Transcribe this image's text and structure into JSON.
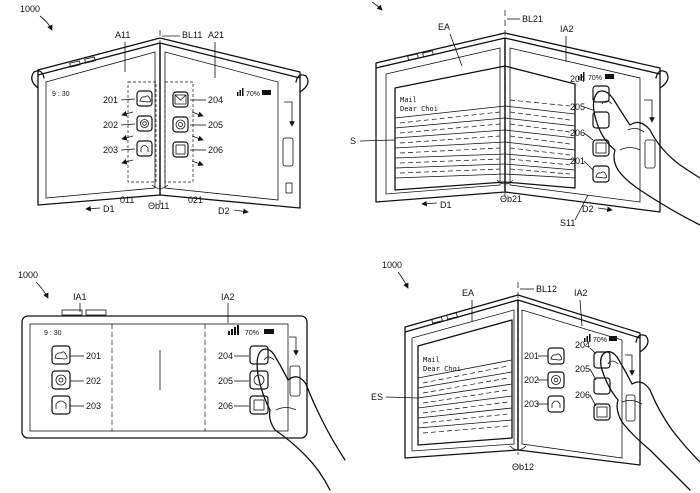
{
  "fig_a": {
    "ref": "1000",
    "lbl_a11": "A11",
    "lbl_bl": "BL11",
    "lbl_a21": "A21",
    "time": "9 : 30",
    "battery": "70%",
    "icons_left": [
      "201",
      "202",
      "203"
    ],
    "icons_right": [
      "204",
      "205",
      "206"
    ],
    "lbl_o11": "011",
    "lbl_theta": "Θb11",
    "lbl_o21": "021",
    "lbl_d1": "D1",
    "lbl_d2": "D2"
  },
  "fig_b": {
    "lbl_ea": "EA",
    "lbl_bl": "BL21",
    "lbl_ia": "IA2",
    "battery": "70%",
    "mail1": "Mail",
    "mail2": "Dear Choi",
    "lbl_s": "S",
    "icons": [
      "204",
      "205",
      "206",
      "201"
    ],
    "lbl_theta": "Θb21",
    "lbl_s11": "S11",
    "lbl_d1": "D1",
    "lbl_d2": "D2"
  },
  "fig_c": {
    "ref": "1000",
    "lbl_ia1": "IA1",
    "lbl_ia2": "IA2",
    "time": "9 : 30",
    "battery": "70%",
    "icons_left": [
      "201",
      "202",
      "203"
    ],
    "icons_right": [
      "204",
      "205",
      "206"
    ]
  },
  "fig_d": {
    "ref": "1000",
    "lbl_ea": "EA",
    "lbl_bl": "BL12",
    "lbl_ia": "IA2",
    "battery": "70%",
    "mail1": "Mail",
    "mail2": "Dear Choi",
    "lbl_es": "ES",
    "icons_left": [
      "201",
      "202",
      "203"
    ],
    "icons_right": [
      "204",
      "205",
      "206"
    ],
    "lbl_theta": "Θb12"
  }
}
